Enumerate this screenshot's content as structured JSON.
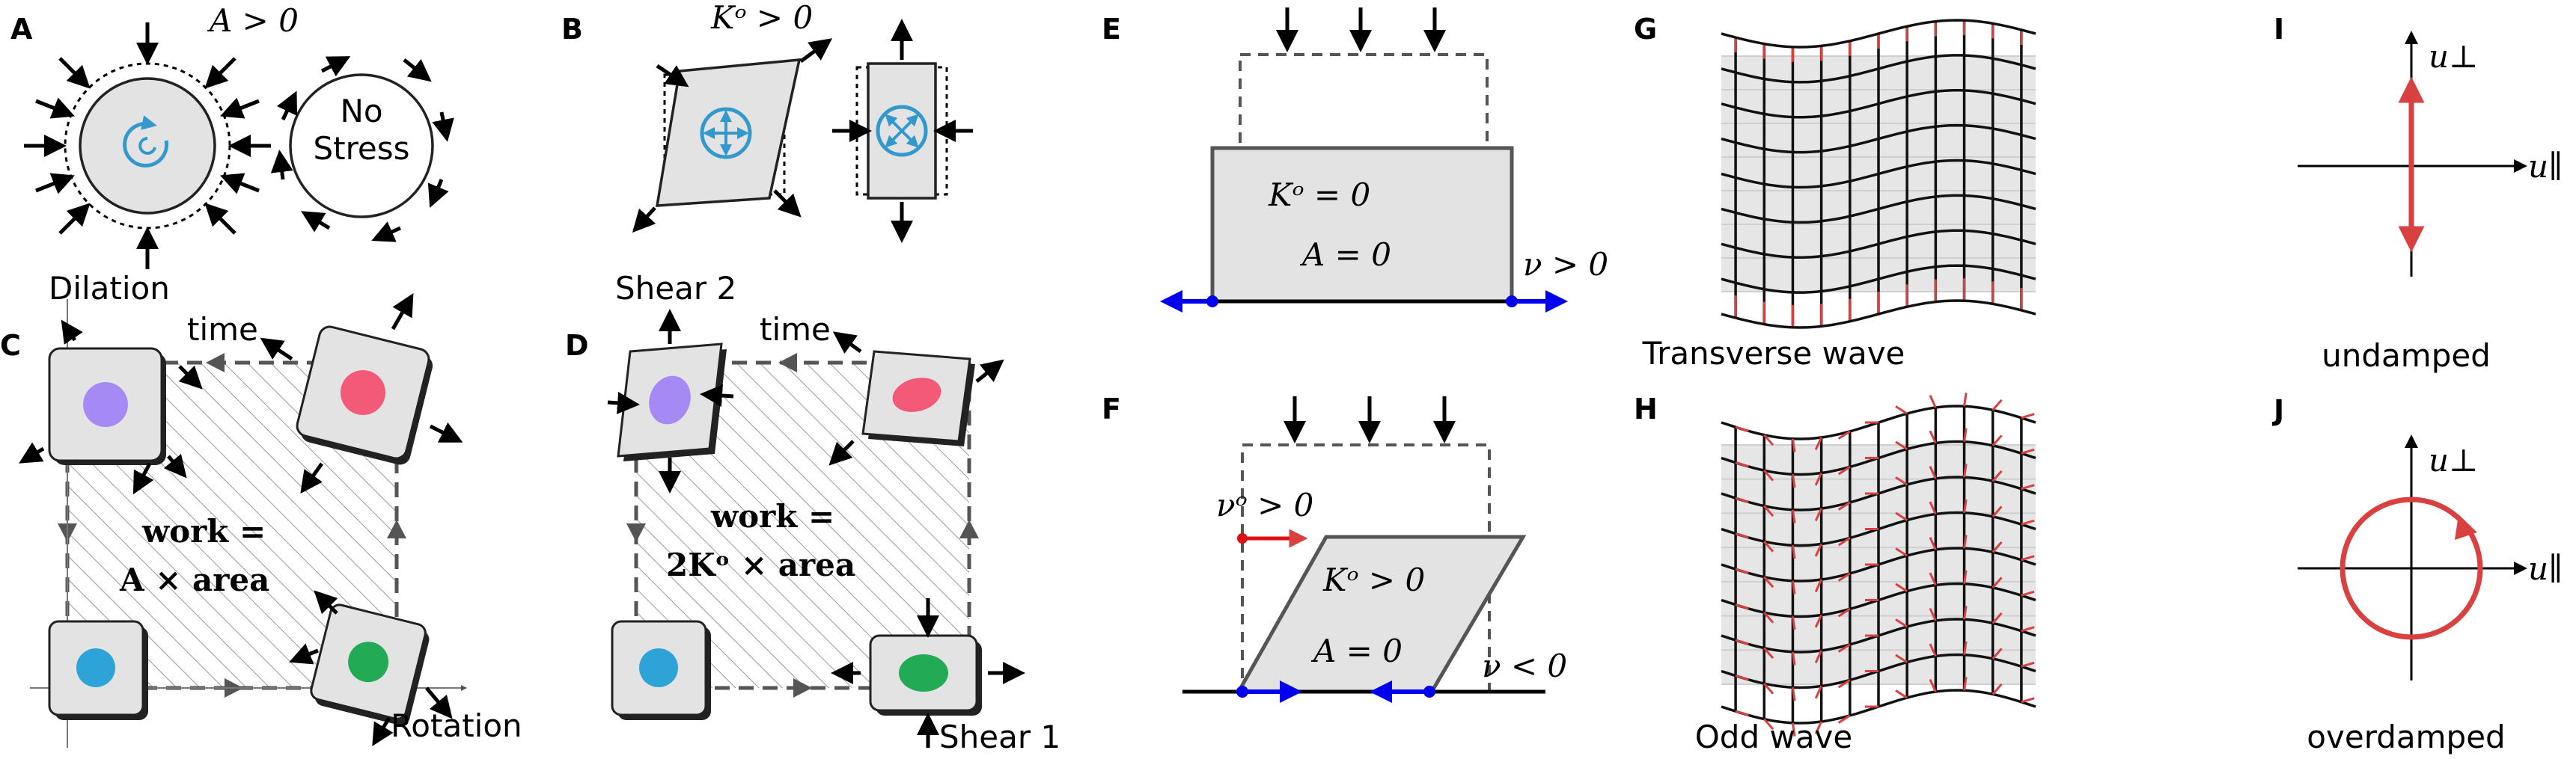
{
  "panels": {
    "A": {
      "label": "A",
      "cond": "A > 0",
      "circle_text_1": "No",
      "circle_text_2": "Stress"
    },
    "B": {
      "label": "B",
      "cond": "Kᵒ > 0"
    },
    "C": {
      "label": "C",
      "dilation": "Dilation",
      "time": "time",
      "rotation": "Rotation",
      "work_1": "work =",
      "work_2": "A × area"
    },
    "D": {
      "label": "D",
      "shear2": "Shear 2",
      "time": "time",
      "shear1": "Shear 1",
      "work_1": "work =",
      "work_2": "2Kᵒ × area"
    },
    "E": {
      "label": "E",
      "line1": "Kᵒ = 0",
      "line2": "A = 0",
      "nu": "ν > 0"
    },
    "F": {
      "label": "F",
      "line1": "Kᵒ > 0",
      "line2": "A = 0",
      "nu": "ν < 0",
      "nu_odd": "νᵒ > 0"
    },
    "G": {
      "label": "G",
      "caption": "Transverse wave"
    },
    "H": {
      "label": "H",
      "caption": "Odd wave"
    },
    "I": {
      "label": "I",
      "caption": "undamped",
      "u_perp": "u⊥",
      "u_par": "u∥"
    },
    "J": {
      "label": "J",
      "caption": "overdamped",
      "u_perp": "u⊥",
      "u_par": "u∥"
    }
  },
  "colors": {
    "blue": "#3399cc",
    "navy": "#0000ee",
    "red": "#d94040",
    "purple": "#a58af5",
    "pink": "#f25a78",
    "cyan": "#2ea3d8",
    "green": "#22aa55",
    "box": "#e3e3e3"
  }
}
